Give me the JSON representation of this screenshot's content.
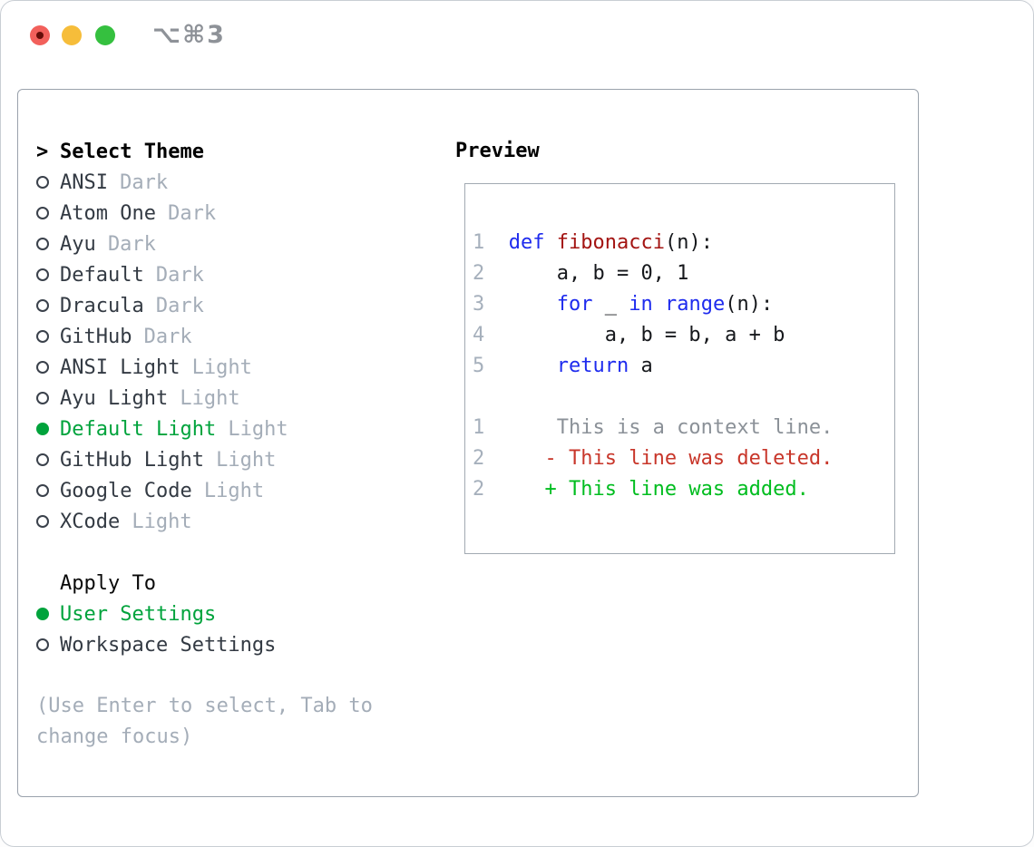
{
  "window": {
    "title": "⌥⌘3"
  },
  "theme_picker": {
    "cursor": ">",
    "title": "Select Theme",
    "themes": [
      {
        "name": "ANSI",
        "variant": "Dark",
        "selected": false
      },
      {
        "name": "Atom One",
        "variant": "Dark",
        "selected": false
      },
      {
        "name": "Ayu",
        "variant": "Dark",
        "selected": false
      },
      {
        "name": "Default",
        "variant": "Dark",
        "selected": false
      },
      {
        "name": "Dracula",
        "variant": "Dark",
        "selected": false
      },
      {
        "name": "GitHub",
        "variant": "Dark",
        "selected": false
      },
      {
        "name": "ANSI Light",
        "variant": "Light",
        "selected": false
      },
      {
        "name": "Ayu Light",
        "variant": "Light",
        "selected": false
      },
      {
        "name": "Default Light",
        "variant": "Light",
        "selected": true
      },
      {
        "name": "GitHub Light",
        "variant": "Light",
        "selected": false
      },
      {
        "name": "Google Code",
        "variant": "Light",
        "selected": false
      },
      {
        "name": "XCode",
        "variant": "Light",
        "selected": false
      }
    ],
    "apply_to": {
      "title": "Apply To",
      "options": [
        {
          "label": "User Settings",
          "selected": true
        },
        {
          "label": "Workspace Settings",
          "selected": false
        }
      ]
    },
    "hint": "(Use Enter to select, Tab to change focus)"
  },
  "preview": {
    "title": "Preview",
    "lines": [
      {
        "segments": [
          [
            "ln",
            "1  "
          ],
          [
            "kw",
            "def"
          ],
          [
            "pl",
            " "
          ],
          [
            "fn",
            "fibonacci"
          ],
          [
            "pl",
            "(n):"
          ]
        ]
      },
      {
        "segments": [
          [
            "ln",
            "2  "
          ],
          [
            "pl",
            "    a, b = 0, 1"
          ]
        ]
      },
      {
        "segments": [
          [
            "ln",
            "3  "
          ],
          [
            "pl",
            "    "
          ],
          [
            "kw",
            "for"
          ],
          [
            "pl",
            " _ "
          ],
          [
            "kw",
            "in"
          ],
          [
            "pl",
            " "
          ],
          [
            "kw",
            "range"
          ],
          [
            "pl",
            "(n):"
          ]
        ]
      },
      {
        "segments": [
          [
            "ln",
            "4  "
          ],
          [
            "pl",
            "        a, b = b, a + b"
          ]
        ]
      },
      {
        "segments": [
          [
            "ln",
            "5  "
          ],
          [
            "pl",
            "    "
          ],
          [
            "kw",
            "return"
          ],
          [
            "pl",
            " a"
          ]
        ]
      },
      {
        "segments": []
      },
      {
        "segments": [
          [
            "ln",
            "1"
          ],
          [
            "ctx",
            "      This is a context line."
          ]
        ]
      },
      {
        "segments": [
          [
            "ln",
            "2"
          ],
          [
            "del",
            "     - This line was deleted."
          ]
        ]
      },
      {
        "segments": [
          [
            "ln",
            "2"
          ],
          [
            "add",
            "     + This line was added."
          ]
        ]
      }
    ]
  },
  "colors": {
    "selected_green": "#00a33c",
    "keyword_blue": "#1e2bee",
    "function_red": "#a31412",
    "deleted_red": "#c8362a",
    "added_green": "#00bd1f",
    "context_gray": "#8b9198",
    "muted_gray": "#a4adb8",
    "line_number_gray": "#a6b0bc",
    "text_dark": "#333a43",
    "panel_border": "#9aa2ac",
    "preview_border": "#a2aab2",
    "hotkey_gray": "#8e9298",
    "traffic_red": "#f2605b",
    "traffic_red_dot": "#650d08",
    "traffic_yellow": "#f6bd3a",
    "traffic_green": "#35c03f"
  }
}
